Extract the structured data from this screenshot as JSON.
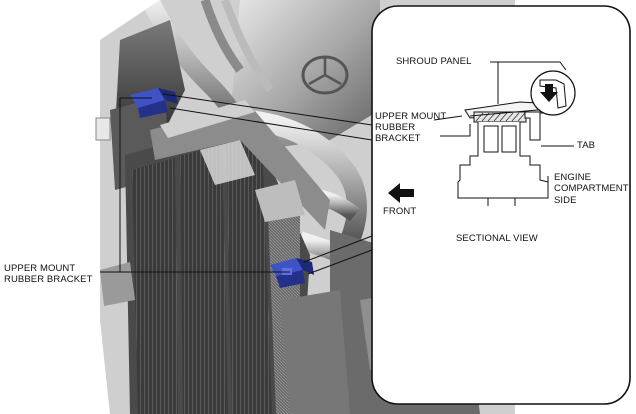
{
  "labels": {
    "shroud_panel": "SHROUD PANEL",
    "upper_mount_bracket_callout_line1": "UPPER MOUNT",
    "upper_mount_bracket_callout_line2": "RUBBER",
    "upper_mount_bracket_callout_line3": "BRACKET",
    "tab": "TAB",
    "engine_side_line1": "ENGINE",
    "engine_side_line2": "COMPARTMENT",
    "engine_side_line3": "SIDE",
    "front": "FRONT",
    "sectional_view": "SECTIONAL VIEW",
    "left_bracket_line1": "UPPER MOUNT",
    "left_bracket_line2": "RUBBER BRACKET"
  },
  "colors": {
    "highlight_part": "#2f3fae",
    "line": "#111111",
    "photo_dark": "#4a4a4a",
    "photo_light": "#d9d9d9"
  },
  "icons": {
    "front_arrow": "arrow-left-icon",
    "detail_arrow": "arrow-down-icon"
  }
}
